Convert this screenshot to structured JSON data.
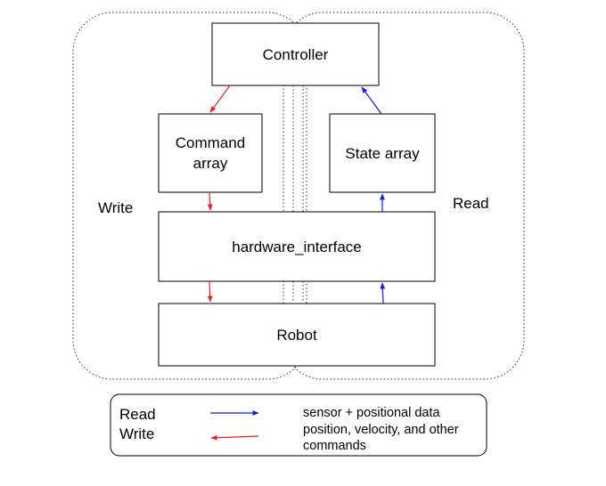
{
  "diagram": {
    "groups": {
      "write_label": "Write",
      "read_label": "Read"
    },
    "boxes": {
      "controller": "Controller",
      "command_array": "Command\narray",
      "state_array": "State array",
      "hardware_interface": "hardware_interface",
      "robot": "Robot"
    },
    "colors": {
      "write_arrow": "#e8211c",
      "read_arrow": "#1a1adb",
      "box_border": "#000000"
    }
  },
  "legend": {
    "read_key": "Read",
    "write_key": "Write",
    "read_description": "sensor + positional data",
    "write_description": "position, velocity, and other commands"
  }
}
